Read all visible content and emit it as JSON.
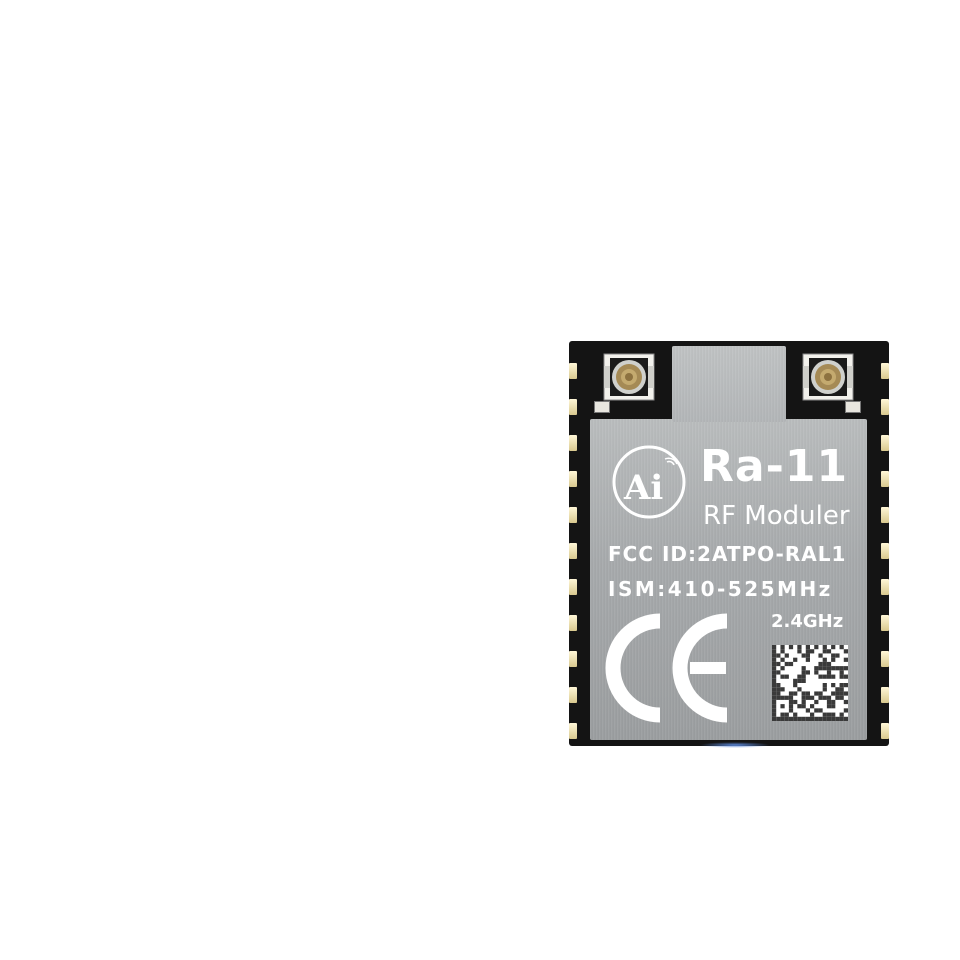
{
  "product": {
    "model": "Ra-11",
    "subtitle": "RF Moduler",
    "fcc_id": "FCC ID:2ATPO-RAL1",
    "ism_band": "ISM:410-525MHz",
    "frequency": "2.4GHz",
    "logo_text": "Ai",
    "certification_mark": "CE"
  },
  "colors": {
    "pcb": "#141414",
    "shield": "#a8abad",
    "print": "#ffffff",
    "pad_gold": "#e9dca8",
    "connector_gold": "#b89c5e"
  },
  "icons": {
    "antenna_connectors": [
      "ufl-connector-icon",
      "ufl-connector-icon"
    ],
    "logo": "ai-thinker-logo-icon",
    "ce": "ce-mark-icon",
    "datamatrix": "datamatrix-code-icon"
  }
}
